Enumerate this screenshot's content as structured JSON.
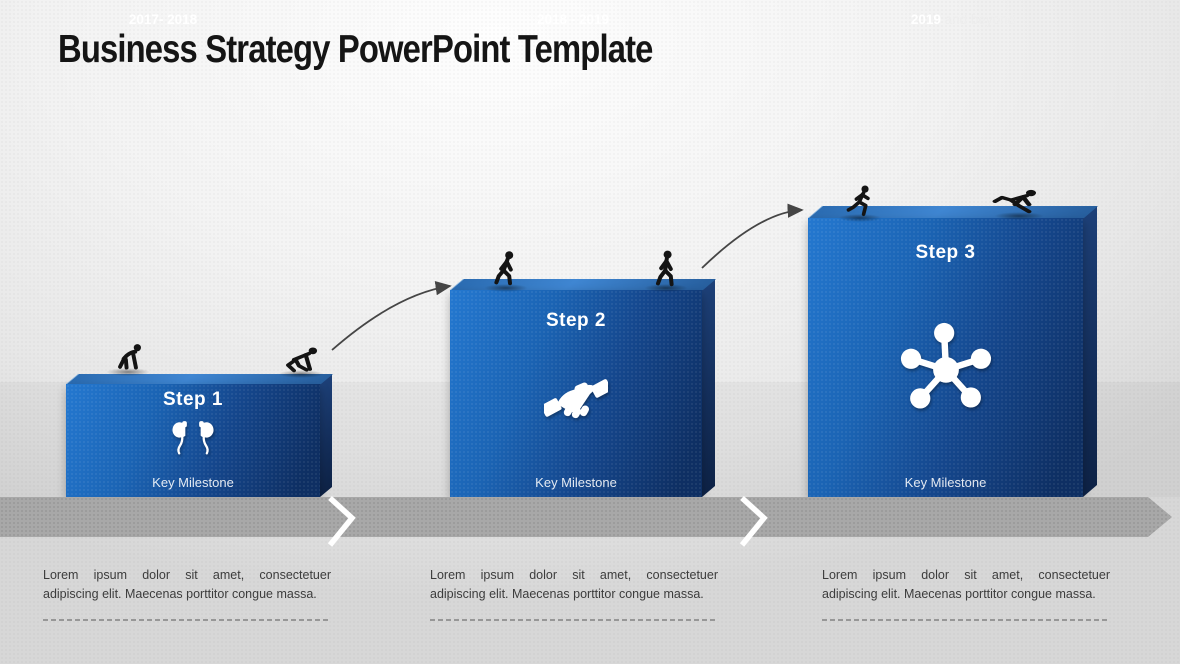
{
  "title": "Business Strategy PowerPoint Template",
  "steps": [
    {
      "label": "Step 1",
      "icon": "earbuds-icon",
      "milestone": "Key Milestone",
      "period": {
        "bold": "2017- 2018",
        "rest": ""
      },
      "description": "Lorem ipsum dolor sit amet, consectetuer adipiscing elit. Maecenas porttitor congue massa.",
      "figures": [
        "ape-silhouette",
        "crouching-human-silhouette"
      ]
    },
    {
      "label": "Step 2",
      "icon": "handshake-icon",
      "milestone": "Key Milestone",
      "period": {
        "bold": "2018 - 2019",
        "rest": ""
      },
      "description": "Lorem ipsum dolor sit amet, consectetuer adipiscing elit. Maecenas porttitor congue massa.",
      "figures": [
        "walking-hominid-silhouette",
        "walking-human-silhouette"
      ]
    },
    {
      "label": "Step 3",
      "icon": "network-icon",
      "milestone": "Key Milestone",
      "period": {
        "bold": "2019",
        "rest": " and beyond"
      },
      "description": "Lorem ipsum dolor sit amet, consectetuer adipiscing elit. Maecenas porttitor congue massa.",
      "figures": [
        "running-human-silhouette",
        "sprinting-human-silhouette"
      ]
    }
  ],
  "colors": {
    "box_front_light": "#2478d0",
    "box_front_dark": "#0e2f63",
    "box_top": "#3f86d2",
    "box_side": "#142f5c",
    "timeline_band": "#a8a8a8",
    "timeline_text": "#ffffff",
    "background_light": "#fefefe",
    "background_dark": "#d7d7d7",
    "title_text": "#151515",
    "body_text": "#3c3c3c",
    "arrow": "#454545"
  }
}
